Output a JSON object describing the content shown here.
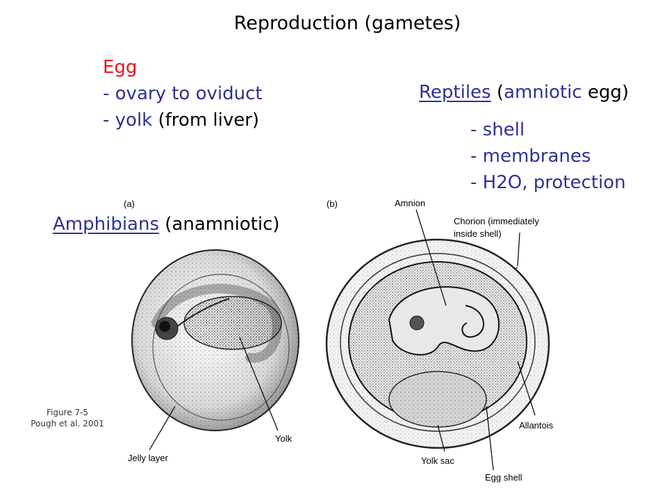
{
  "title": "Reproduction (gametes)",
  "egg": {
    "heading": "Egg",
    "line1": "- ovary to oviduct",
    "line2_a": "- yolk ",
    "line2_b": "(from liver)"
  },
  "reptiles": {
    "word": "Reptiles",
    "rest_a": " (",
    "rest_b": "amniotic",
    "rest_c": " egg)",
    "items": [
      "- shell",
      "- membranes",
      "- H2O, protection"
    ]
  },
  "amphibians": {
    "word": "Amphibians",
    "rest": " (anamniotic)"
  },
  "figure": {
    "panel_a": "(a)",
    "panel_b": "(b)",
    "labels": {
      "amnion": "Amnion",
      "chorion_1": "Chorion (immediately",
      "chorion_2": "inside shell)",
      "allantois": "Allantois",
      "yolk": "Yolk",
      "jelly": "Jelly layer",
      "yolk_sac": "Yolk sac",
      "egg_shell": "Egg shell"
    },
    "credit_1": "Figure 7-5",
    "credit_2": "Pough et al. 2001"
  },
  "colors": {
    "red": "#e8141c",
    "blue": "#2e3192"
  }
}
